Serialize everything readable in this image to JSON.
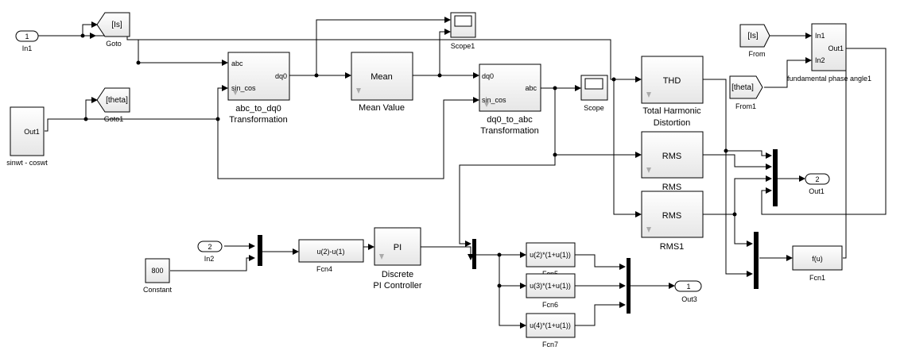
{
  "ports": {
    "in1": {
      "num": "1",
      "name": "In1"
    },
    "in2": {
      "num": "2",
      "name": "In2"
    },
    "out1": {
      "num": "2",
      "name": "Out1"
    },
    "out3": {
      "num": "1",
      "name": "Out3"
    }
  },
  "goto": {
    "tag": "[Is]",
    "name": "Goto"
  },
  "goto1": {
    "tag": "[theta]",
    "name": "Goto1"
  },
  "from": {
    "tag": "[Is]",
    "name": "From"
  },
  "from1": {
    "tag": "[theta]",
    "name": "From1"
  },
  "sinwt": {
    "port": "Out1",
    "name": "sinwt - coswt"
  },
  "abc2dq0": {
    "port_abc": "abc",
    "port_sincos": "sin_cos",
    "port_dq0": "dq0",
    "name1": "abc_to_dq0",
    "name2": "Transformation"
  },
  "mean": {
    "title": "Mean",
    "name": "Mean Value"
  },
  "dq02abc": {
    "port_dq0": "dq0",
    "port_sincos": "sin_cos",
    "port_abc": "abc",
    "name1": "dq0_to_abc",
    "name2": "Transformation"
  },
  "scope": {
    "name": "Scope"
  },
  "scope1": {
    "name": "Scope1"
  },
  "thd": {
    "title": "THD",
    "name1": "Total Harmonic",
    "name2": "Distortion"
  },
  "rms": {
    "title": "RMS",
    "name": "RMS"
  },
  "rms1": {
    "title": "RMS",
    "name": "RMS1"
  },
  "fundamental": {
    "in1": "In1",
    "in2": "In2",
    "out1": "Out1",
    "name": "fundamental phase angle1"
  },
  "constant": {
    "value": "800",
    "name": "Constant"
  },
  "fcn4": {
    "expr": "u(2)-u(1)",
    "name": "Fcn4"
  },
  "pi": {
    "title": "PI",
    "name1": "Discrete",
    "name2": "PI Controller"
  },
  "fcn5": {
    "expr": "u(2)*(1+u(1))",
    "name": "Fcn5"
  },
  "fcn6": {
    "expr": "u(3)*(1+u(1))",
    "name": "Fcn6"
  },
  "fcn7": {
    "expr": "u(4)*(1+u(1))",
    "name": "Fcn7"
  },
  "fcn1": {
    "expr": "f(u)",
    "name": "Fcn1"
  }
}
